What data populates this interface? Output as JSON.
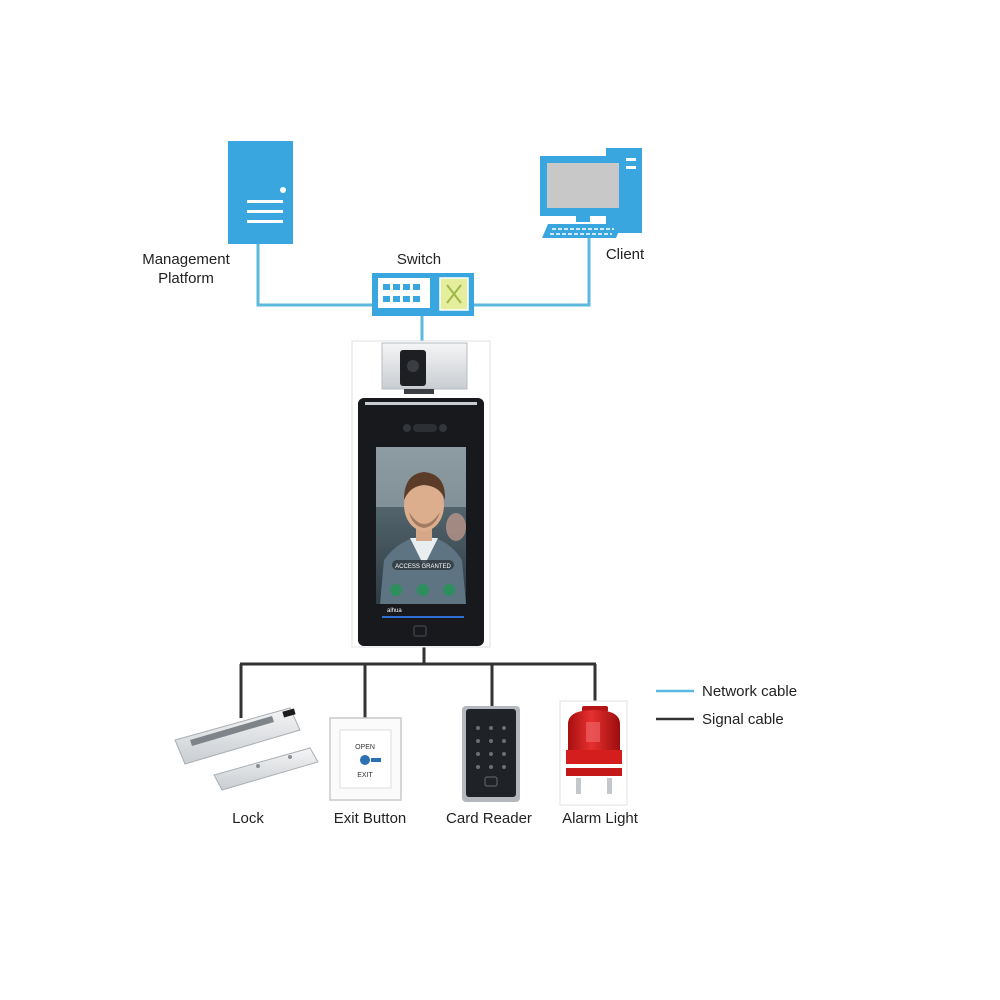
{
  "nodes": {
    "management_platform": {
      "label_line1": "Management",
      "label_line2": "Platform"
    },
    "switch": {
      "label": "Switch"
    },
    "client": {
      "label": "Client"
    },
    "terminal": {
      "brand": "alhua",
      "screen_caption": "ACCESS GRANTED"
    },
    "lock": {
      "label": "Lock"
    },
    "exit_button": {
      "label": "Exit Button",
      "plate_line1": "OPEN",
      "plate_line2": "EXIT"
    },
    "card_reader": {
      "label": "Card Reader"
    },
    "alarm_light": {
      "label": "Alarm Light"
    }
  },
  "legend": {
    "network": {
      "label": "Network cable",
      "color": "#5bb8df"
    },
    "signal": {
      "label": "Signal cable",
      "color": "#333333"
    }
  },
  "colors": {
    "device_blue": "#3aa6e0",
    "alarm_red": "#d41d1d"
  },
  "icons": {
    "server": "server-icon",
    "switch": "network-switch-icon",
    "client": "desktop-computer-icon",
    "terminal": "face-recognition-terminal-icon",
    "lock": "magnetic-lock-icon",
    "exit_button": "exit-button-icon",
    "card_reader": "card-reader-icon",
    "alarm_light": "alarm-light-icon"
  }
}
